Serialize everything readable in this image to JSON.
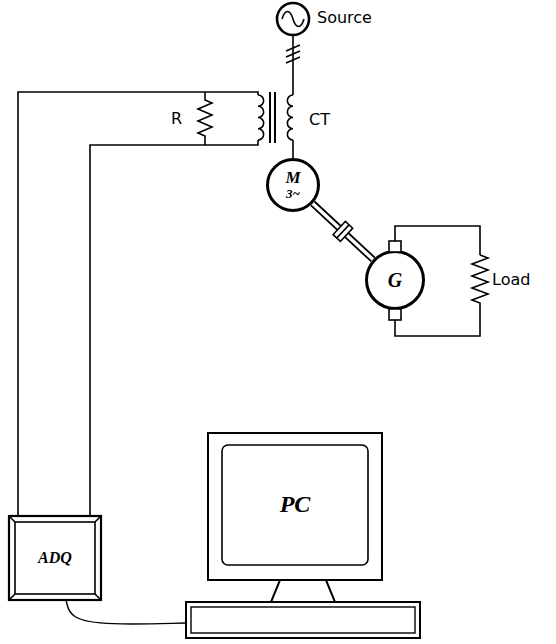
{
  "diagram": {
    "nodes": [
      {
        "text": [
          "M",
          "3~"
        ]
      },
      {
        "text": [
          "G"
        ]
      },
      {
        "text": [
          "ADQ"
        ]
      },
      {
        "text": [
          "PC"
        ]
      }
    ],
    "edges": [
      {
        "from": 0,
        "to": 1,
        "arrow": "none"
      },
      {
        "from": 2,
        "to": 3,
        "arrow": "none"
      }
    ],
    "labels": [
      "Source",
      "CT",
      "R",
      "Load"
    ]
  }
}
